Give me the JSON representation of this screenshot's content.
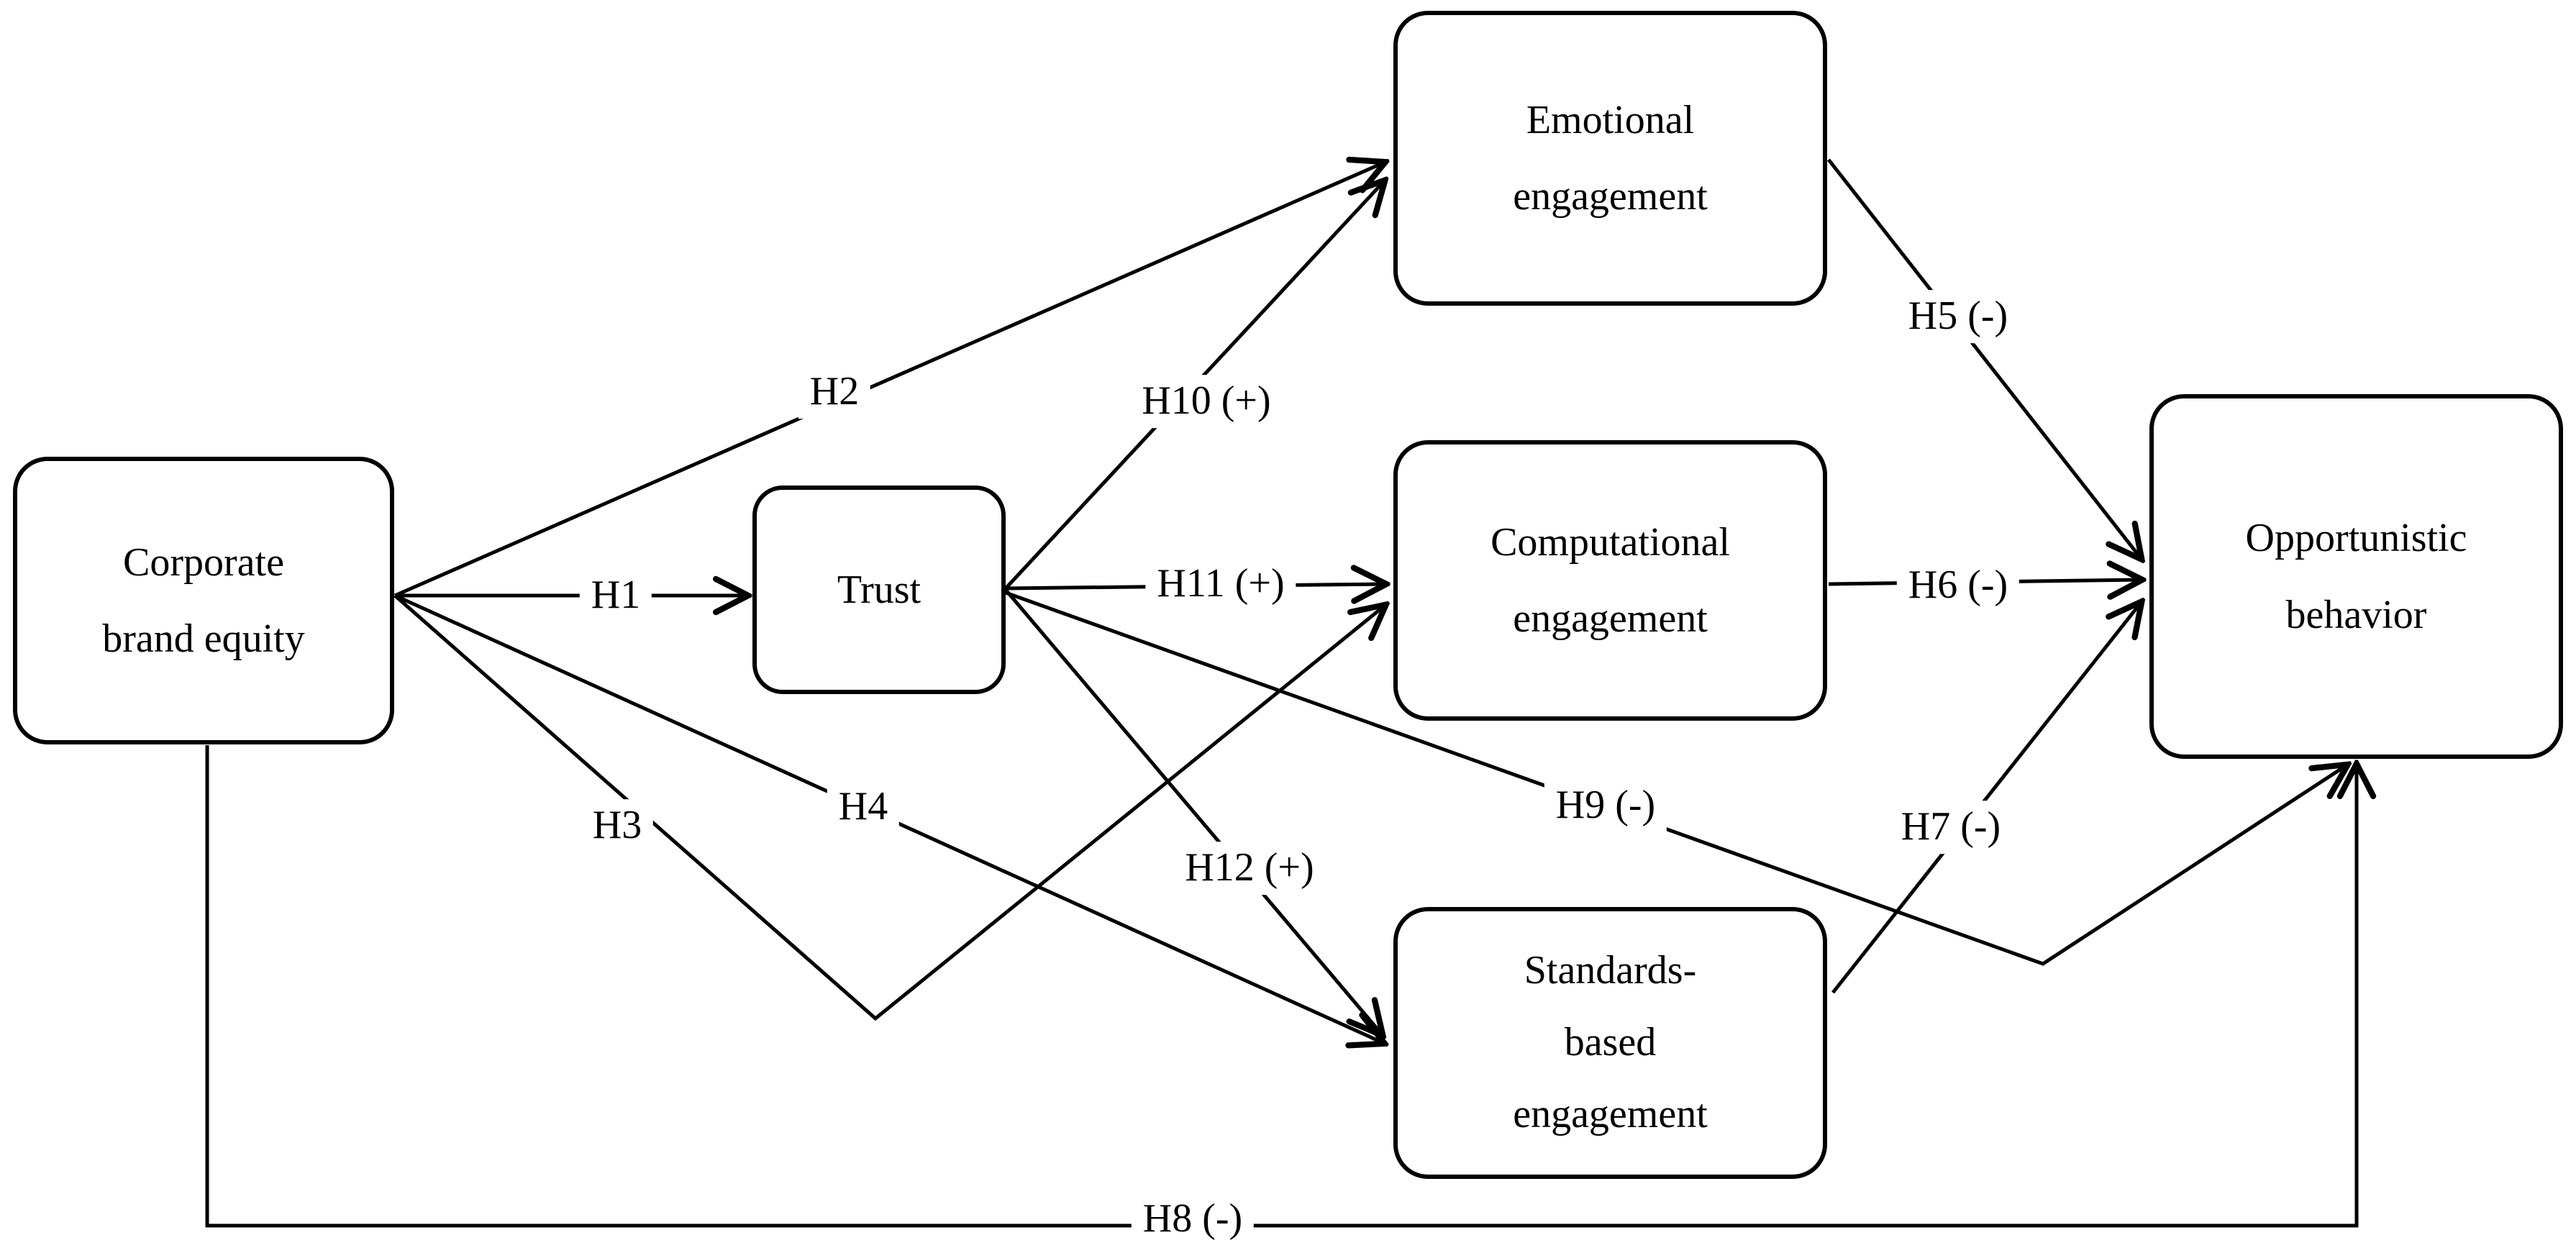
{
  "figure": {
    "background_color": "#ffffff",
    "line_color": "#000000",
    "text_color": "#000000"
  },
  "nodes": {
    "corporate_brand_equity": {
      "label": "Corporate brand equity",
      "lines": [
        "Corporate",
        "brand equity"
      ]
    },
    "trust": {
      "label": "Trust",
      "lines": [
        "Trust"
      ]
    },
    "emotional_engagement": {
      "label": "Emotional engagement",
      "lines": [
        "Emotional",
        "engagement"
      ]
    },
    "computational_engagement": {
      "label": "Computational engagement",
      "lines": [
        "Computational",
        "engagement"
      ]
    },
    "standards_based_engagement": {
      "label": "Standards-based engagement",
      "lines": [
        "Standards-",
        "based",
        "engagement"
      ]
    },
    "opportunistic_behavior": {
      "label": "Opportunistic behavior",
      "lines": [
        "Opportunistic",
        "behavior"
      ]
    }
  },
  "edges": {
    "h1": {
      "label": "H1",
      "sign": "",
      "from": "Corporate brand equity",
      "to": "Trust"
    },
    "h2": {
      "label": "H2",
      "sign": "",
      "from": "Corporate brand equity",
      "to": "Emotional engagement"
    },
    "h3": {
      "label": "H3",
      "sign": "",
      "from": "Corporate brand equity",
      "to": "Computational engagement"
    },
    "h4": {
      "label": "H4",
      "sign": "",
      "from": "Corporate brand equity",
      "to": "Standards-based engagement"
    },
    "h5": {
      "label": "H5 (-)",
      "sign": "-",
      "from": "Emotional engagement",
      "to": "Opportunistic behavior"
    },
    "h6": {
      "label": "H6 (-)",
      "sign": "-",
      "from": "Computational engagement",
      "to": "Opportunistic behavior"
    },
    "h7": {
      "label": "H7 (-)",
      "sign": "-",
      "from": "Standards-based engagement",
      "to": "Opportunistic behavior"
    },
    "h8": {
      "label": "H8 (-)",
      "sign": "-",
      "from": "Corporate brand equity",
      "to": "Opportunistic behavior"
    },
    "h9": {
      "label": "H9 (-)",
      "sign": "-",
      "from": "Trust",
      "to": "Opportunistic behavior"
    },
    "h10": {
      "label": "H10 (+)",
      "sign": "+",
      "from": "Trust",
      "to": "Emotional engagement"
    },
    "h11": {
      "label": "H11 (+)",
      "sign": "+",
      "from": "Trust",
      "to": "Computational engagement"
    },
    "h12": {
      "label": "H12 (+)",
      "sign": "+",
      "from": "Trust",
      "to": "Standards-based engagement"
    }
  }
}
